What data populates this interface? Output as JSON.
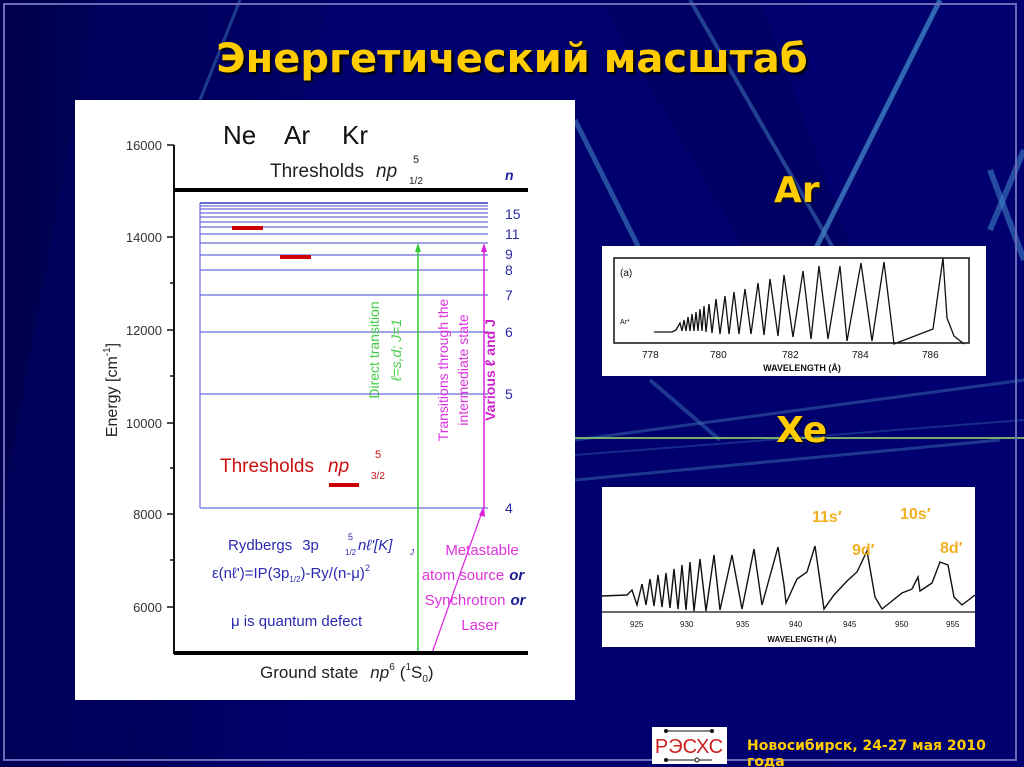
{
  "slide": {
    "title": "Энергетический масштаб",
    "footer": "Новосибирск, 24-27 мая 2010 года",
    "logo_text": "РЭСХС",
    "colors": {
      "background": "#000066",
      "title": "#ffcc00",
      "accent_line": "#88cc66"
    }
  },
  "diagram": {
    "elements_header": [
      "Ne",
      "Ar",
      "Kr"
    ],
    "threshold_top": "Thresholds",
    "threshold_top_config": "np",
    "threshold_top_sup": "5",
    "threshold_top_sub": "1/2",
    "n_header": "n",
    "n_labels": [
      "15",
      "11",
      "9",
      "8",
      "7",
      "6",
      "5",
      "4"
    ],
    "threshold_bottom": "Thresholds",
    "threshold_bottom_config": "np",
    "threshold_bottom_sup": "5",
    "threshold_bottom_sub": "3/2",
    "y_axis_label": "Energy [cm",
    "y_axis_label_sup": "-1",
    "y_axis_label_end": "]",
    "y_ticks": [
      "16000",
      "14000",
      "12000",
      "10000",
      "8000",
      "6000"
    ],
    "direct_transition_line1": "Direct transition",
    "direct_transition_line2": "ℓ=s,d; J=1",
    "transitions_line1": "Transitions through the",
    "transitions_line2": "intermediate state",
    "transitions_line3": "Various ℓ and J",
    "rydbergs_label": "Rydbergs",
    "rydbergs_formula": "3p",
    "rydbergs_formula_sup": "5",
    "rydbergs_formula_sub": "1/2",
    "rydbergs_formula_tail": "nℓ'[K]",
    "rydbergs_formula_J": "J",
    "energy_formula": "ε(nℓ')=IP(3p",
    "energy_formula_sub": "1/2",
    "energy_formula_tail": ")-Ry/(n-μ)",
    "energy_formula_sup": "2",
    "quantum_defect": "μ is quantum defect",
    "source_line1": "Metastable",
    "source_line2": "atom source",
    "source_or1": "or",
    "source_line3": "Synchrotron",
    "source_or2": "or",
    "source_line4": "Laser",
    "ground_state": "Ground state",
    "ground_config": "np",
    "ground_sup": "6",
    "ground_term": "(",
    "ground_term_sup": "1",
    "ground_term_S": "S",
    "ground_term_sub": "0",
    "ground_term_close": ")"
  },
  "spectra": {
    "ar": {
      "label": "Ar",
      "panel_tag": "(a)",
      "trace_tag": "Ar*",
      "x_ticks": [
        "778",
        "780",
        "782",
        "784",
        "786"
      ],
      "x_label": "WAVELENGTH (Å)"
    },
    "xe": {
      "label": "Xe",
      "x_ticks": [
        "925",
        "930",
        "935",
        "940",
        "945",
        "950",
        "955"
      ],
      "x_label": "WAVELENGTH (Å)",
      "annotations": [
        "11s′",
        "10s′",
        "9d′",
        "8d′"
      ]
    }
  },
  "chart_data": {
    "type": "diagram",
    "title": "Energy level diagram (Rydberg series)",
    "ylabel": "Energy [cm-1]",
    "ylim": [
      5000,
      16400
    ],
    "y_ticks": [
      6000,
      8000,
      10000,
      12000,
      14000,
      16000
    ],
    "levels_n": [
      4,
      5,
      6,
      7,
      8,
      9,
      10,
      11,
      12,
      13,
      14,
      15
    ],
    "threshold_np1_2_energy": 15000,
    "ground_state_energy": 5000
  }
}
